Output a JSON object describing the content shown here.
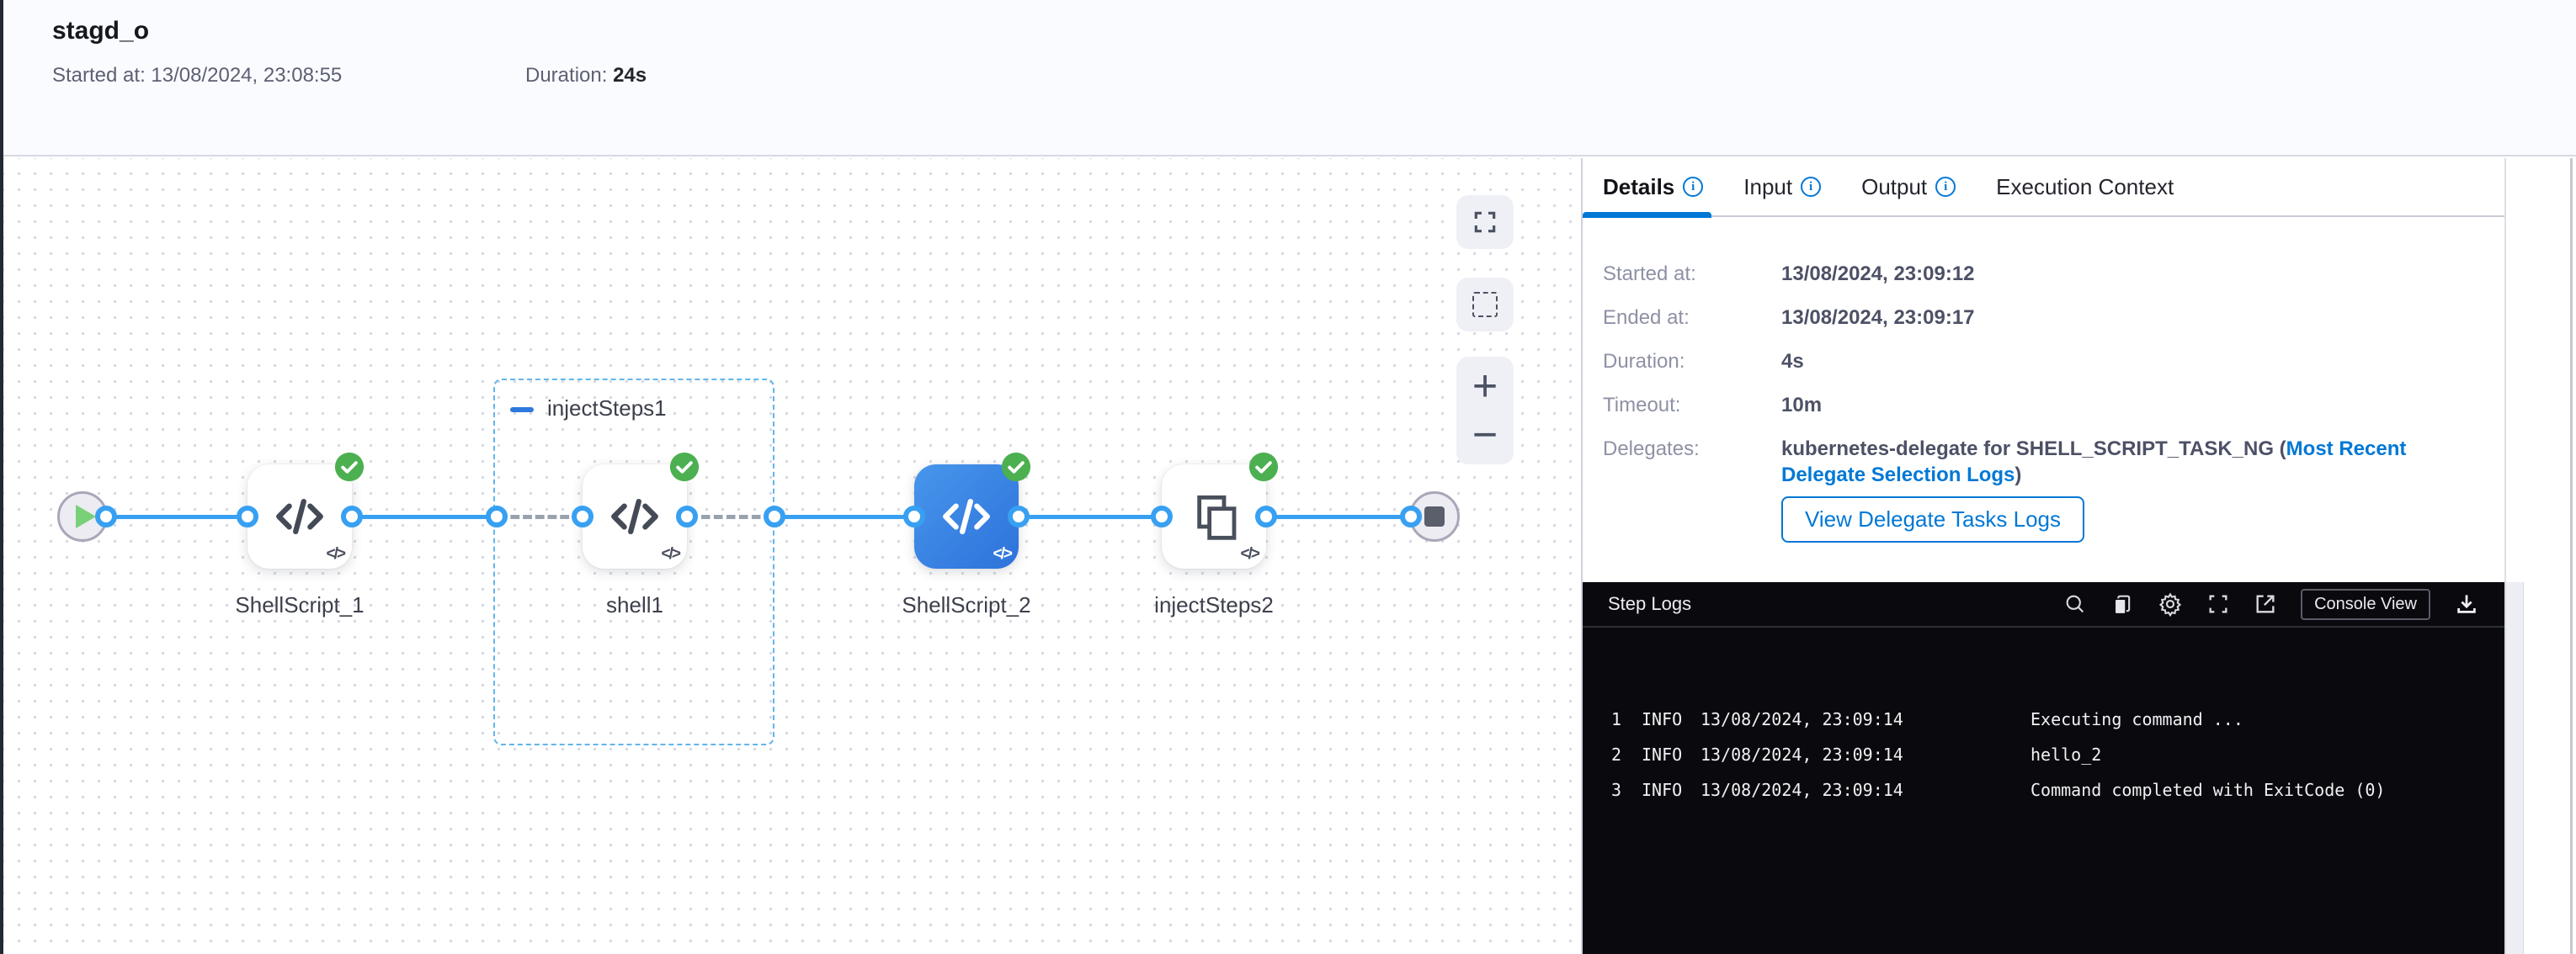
{
  "header": {
    "title": "stagd_o",
    "started_text": "Started at: 13/08/2024, 23:08:55",
    "duration_label": "Duration:",
    "duration_value": "24s"
  },
  "canvas": {
    "group_label": "injectSteps1",
    "nodes": [
      {
        "label": "ShellScript_1",
        "type": "shell-script",
        "status": "success"
      },
      {
        "label": "shell1",
        "type": "shell-script",
        "status": "success"
      },
      {
        "label": "ShellScript_2",
        "type": "shell-script",
        "status": "success",
        "selected": true
      },
      {
        "label": "injectSteps2",
        "type": "step-group",
        "status": "success"
      }
    ],
    "controls": [
      "fit-to-screen",
      "multi-select",
      "zoom-in",
      "zoom-out"
    ]
  },
  "panel": {
    "tabs": [
      {
        "label": "Details",
        "info_icon": true,
        "active": true
      },
      {
        "label": "Input",
        "info_icon": true,
        "active": false
      },
      {
        "label": "Output",
        "info_icon": true,
        "active": false
      },
      {
        "label": "Execution Context",
        "info_icon": false,
        "active": false
      }
    ],
    "details": {
      "rows": [
        {
          "label": "Started at:",
          "value": "13/08/2024, 23:09:12"
        },
        {
          "label": "Ended at:",
          "value": "13/08/2024, 23:09:17"
        },
        {
          "label": "Duration:",
          "value": "4s"
        },
        {
          "label": "Timeout:",
          "value": "10m"
        }
      ],
      "delegates_label": "Delegates:",
      "delegates_prefix": "kubernetes-delegate for SHELL_SCRIPT_TASK_NG (",
      "delegates_link": "Most Recent Delegate Selection Logs",
      "delegates_suffix": ")",
      "view_logs_button": "View Delegate Tasks Logs"
    }
  },
  "logs": {
    "title": "Step Logs",
    "console_view_label": "Console View",
    "toolbar_icons": [
      "search-icon",
      "copy-icon",
      "settings-gear-icon",
      "fullscreen-icon",
      "open-in-new-icon",
      "download-icon"
    ],
    "lines": [
      {
        "num": "1",
        "level": "INFO",
        "time": "13/08/2024, 23:09:14",
        "message": "Executing command ..."
      },
      {
        "num": "2",
        "level": "INFO",
        "time": "13/08/2024, 23:09:14",
        "message": "hello_2"
      },
      {
        "num": "3",
        "level": "INFO",
        "time": "13/08/2024, 23:09:14",
        "message": "Command completed with ExitCode (0)"
      }
    ]
  },
  "colors": {
    "accent": "#0278d5",
    "connector_blue": "#38a0f2",
    "success_green": "#4cb050",
    "selected_node_blue": "#3b82e2",
    "log_background": "#0a0a0e"
  }
}
